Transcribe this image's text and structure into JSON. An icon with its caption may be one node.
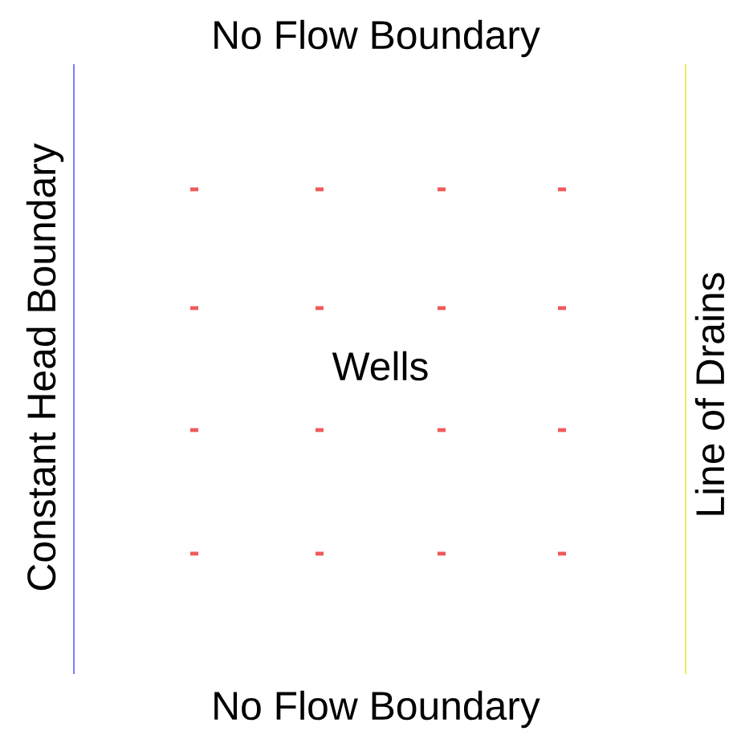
{
  "diagram": {
    "labels": [
      "No Flow Boundary",
      "Constant Head Boundary",
      "Wells",
      "Line of Drains",
      "No Flow Boundary"
    ]
  }
}
